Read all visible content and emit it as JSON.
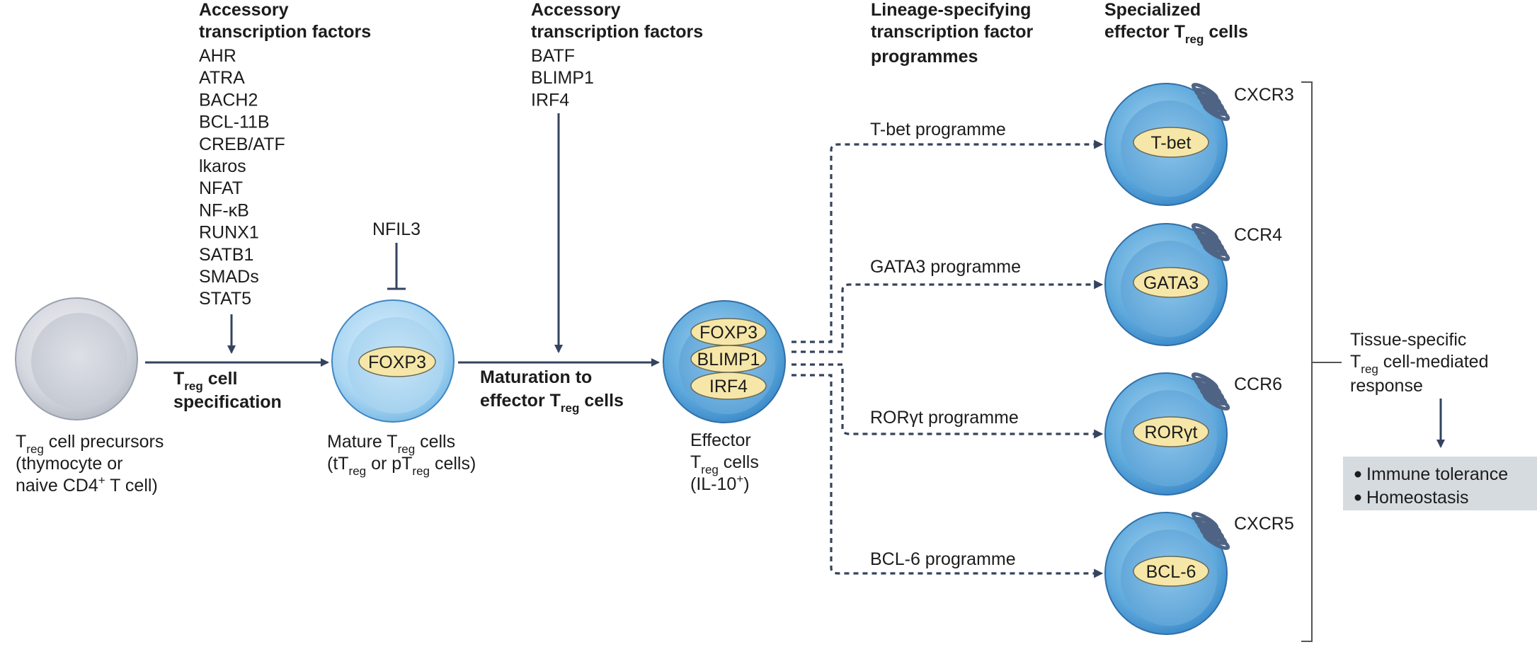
{
  "header": {
    "accessory_1": {
      "line1": "Accessory",
      "line2": "transcription factors"
    },
    "accessory_2": {
      "line1": "Accessory",
      "line2": "transcription factors"
    },
    "lineage": {
      "line1": "Lineage-specifying",
      "line2": "transcription factor",
      "line3": "programmes"
    },
    "specialized": {
      "line1": "Specialized",
      "line2a": "effector T",
      "line2sub": "reg",
      "line2b": " cells"
    }
  },
  "accessory_factors_1": [
    "AHR",
    "ATRA",
    "BACH2",
    "BCL-11B",
    "CREB/ATF",
    "lkaros",
    "NFAT",
    "NF-κB",
    "RUNX1",
    "SATB1",
    "SMADs",
    "STAT5"
  ],
  "accessory_factors_2": [
    "BATF",
    "BLIMP1",
    "IRF4"
  ],
  "inhibitor": "NFIL3",
  "steps": {
    "specification": {
      "l1a": "T",
      "l1sub": "reg",
      "l1b": " cell",
      "l2": "specification"
    },
    "maturation": {
      "l1": "Maturation to",
      "l2a": "effector T",
      "l2sub": "reg",
      "l2b": " cells"
    }
  },
  "cells": {
    "precursor": {
      "l1a": "T",
      "l1sub": "reg",
      "l1b": " cell precursors",
      "l2": "(thymocyte or",
      "l3a": "naive CD4",
      "l3sup": "+",
      "l3b": " T cell)"
    },
    "mature": {
      "factor": "FOXP3",
      "l1a": "Mature T",
      "l1sub": "reg",
      "l1b": " cells",
      "l2a": "(tT",
      "l2sub1": "reg",
      "l2b": " or pT",
      "l2sub2": "reg",
      "l2c": " cells)"
    },
    "effector": {
      "factors": [
        "FOXP3",
        "BLIMP1",
        "IRF4"
      ],
      "l1": "Effector",
      "l2a": "T",
      "l2sub": "reg",
      "l2b": " cells",
      "l3a": "(IL-10",
      "l3sup": "+",
      "l3b": ")"
    }
  },
  "programmes": [
    {
      "label": "T-bet programme",
      "factor": "T-bet",
      "receptor": "CXCR3"
    },
    {
      "label": "GATA3 programme",
      "factor": "GATA3",
      "receptor": "CCR4"
    },
    {
      "label": "RORγt programme",
      "factor": "RORγt",
      "receptor": "CCR6"
    },
    {
      "label": "BCL-6 programme",
      "factor": "BCL-6",
      "receptor": "CXCR5"
    }
  ],
  "response": {
    "l1": "Tissue-specific",
    "l2a": "T",
    "l2sub": "reg",
    "l2b": " cell-mediated",
    "l3": "response"
  },
  "outcomes": [
    "Immune tolerance",
    "Homeostasis"
  ],
  "colors": {
    "arrow": "#34435e",
    "cell_outer": "#5aa7d9",
    "cell_inner": "#8ec6ec",
    "pill": "#f6e7a8",
    "receptor": "#4f6485"
  }
}
